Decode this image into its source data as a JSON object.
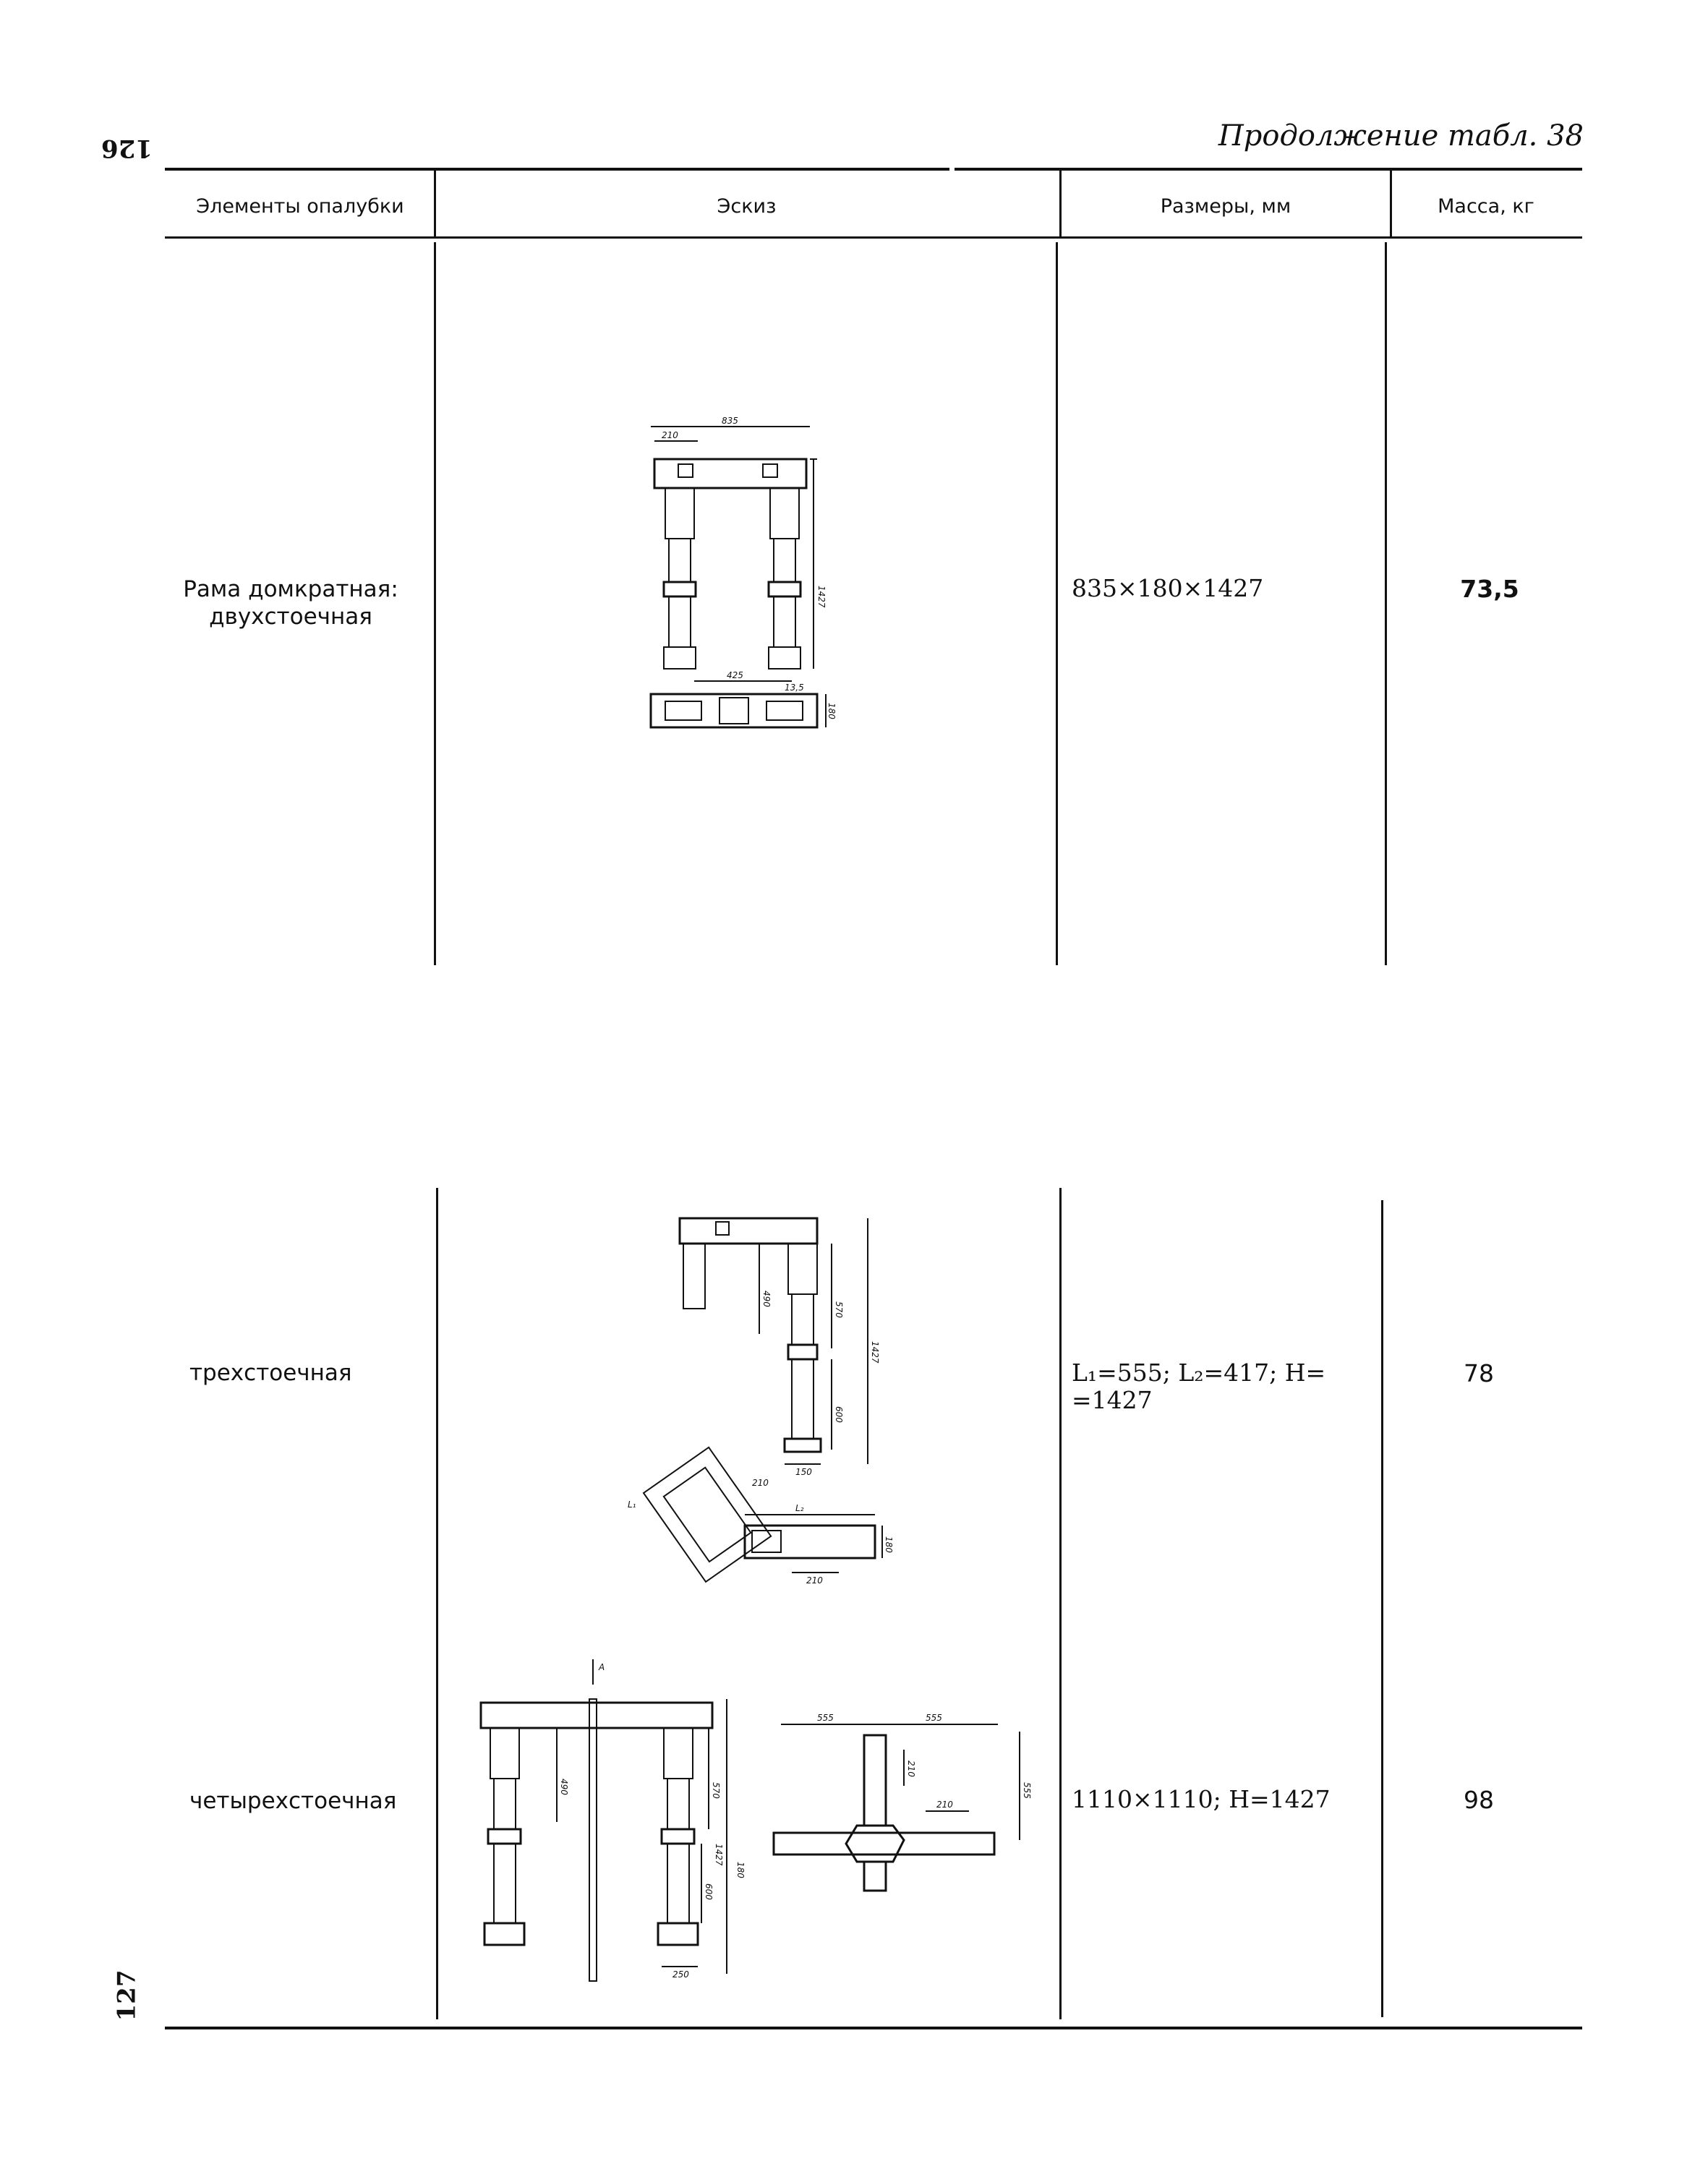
{
  "page": {
    "page_number_top": "126",
    "page_number_bottom": "127",
    "continuation": "Продолжение табл. 38"
  },
  "table": {
    "headers": {
      "elements": "Элементы опалубки",
      "sketch": "Эскиз",
      "dimensions": "Размеры, мм",
      "mass": "Масса, кг"
    },
    "rows": [
      {
        "element_line1": "Рама домкратная:",
        "element_line2": "двухстоечная",
        "dimensions_line1": "835×180×1427",
        "dimensions_line2": "",
        "mass": "73,5",
        "sketch_labels": {
          "w": "835",
          "top": "210",
          "h": "1427",
          "bottom": "425",
          "mid": "13,5",
          "side": "180"
        }
      },
      {
        "element_line1": "трехстоечная",
        "dimensions_line1": "L₁=555; L₂=417; H=",
        "dimensions_line2": "=1427",
        "mass": "78",
        "sketch_labels": {
          "a": "490",
          "b": "570",
          "c": "1427",
          "d": "600",
          "e": "150",
          "f": "210",
          "g": "L₁",
          "h": "L₂",
          "i": "180",
          "j": "210"
        }
      },
      {
        "element_line1": "четырехстоечная",
        "dimensions_line1": "1110×1110; H=1427",
        "mass": "98",
        "sketch_labels": {
          "a": "A",
          "b": "490",
          "c": "570",
          "d": "1427",
          "e": "180",
          "f": "600",
          "g": "250",
          "h": "555",
          "i": "555",
          "j": "210",
          "k": "210",
          "l": "555"
        }
      }
    ]
  }
}
